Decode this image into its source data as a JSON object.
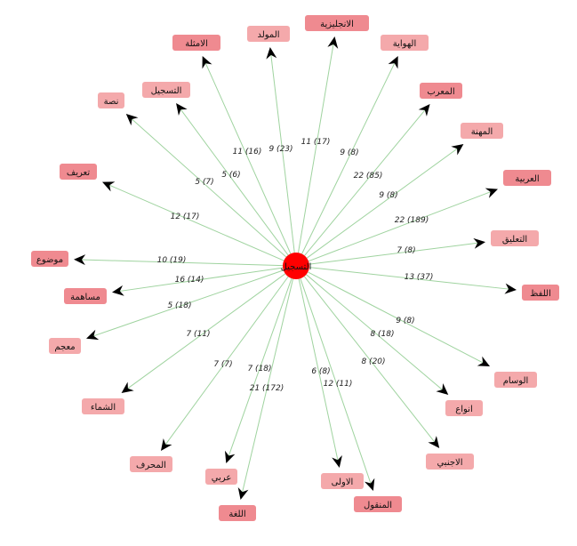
{
  "graph": {
    "center": {
      "label": "التسجيل",
      "color": "#ff0000"
    },
    "edge_color": "#9fd39f",
    "nodes": [
      {
        "label": "التعليق",
        "edge": "7 (8)",
        "color": "#f4a9ab"
      },
      {
        "label": "العربية",
        "edge": "22 (189)",
        "color": "#ef8a90"
      },
      {
        "label": "المهنة",
        "edge": "9 (8)",
        "color": "#f4a9ab"
      },
      {
        "label": "المعرب",
        "edge": "22 (85)",
        "color": "#ef8a90"
      },
      {
        "label": "الهواية",
        "edge": "9 (8)",
        "color": "#f4a9ab"
      },
      {
        "label": "الانجليزية",
        "edge": "11 (17)",
        "color": "#ef8a90"
      },
      {
        "label": "المولد",
        "edge": "9 (23)",
        "color": "#f4a9ab"
      },
      {
        "label": "الامثلة",
        "edge": "11 (16)",
        "color": "#ef8a90"
      },
      {
        "label": "التسجيل",
        "edge": "5 (6)",
        "color": "#f4a9ab"
      },
      {
        "label": "نصة",
        "edge": "5 (7)",
        "color": "#f4a9ab"
      },
      {
        "label": "تعريف",
        "edge": "12 (17)",
        "color": "#ef8a90"
      },
      {
        "label": "موضوع",
        "edge": "10 (19)",
        "color": "#ef8a90"
      },
      {
        "label": "مساهمة",
        "edge": "16 (14)",
        "color": "#ef8a90"
      },
      {
        "label": "معجم",
        "edge": "5 (18)",
        "color": "#f4a9ab"
      },
      {
        "label": "الشماء",
        "edge": "7 (11)",
        "color": "#f4a9ab"
      },
      {
        "label": "المحرف",
        "edge": "7 (7)",
        "color": "#f4a9ab"
      },
      {
        "label": "عربي",
        "edge": "7 (18)",
        "color": "#f4a9ab"
      },
      {
        "label": "اللغة",
        "edge": "21 (172)",
        "color": "#ef8a90"
      },
      {
        "label": "الاولى",
        "edge": "6 (8)",
        "color": "#f4a9ab"
      },
      {
        "label": "المنقول",
        "edge": "12 (11)",
        "color": "#ef8a90"
      },
      {
        "label": "الاجنبي",
        "edge": "8 (20)",
        "color": "#f4a9ab"
      },
      {
        "label": "انواع",
        "edge": "8 (18)",
        "color": "#f4a9ab"
      },
      {
        "label": "الوسام",
        "edge": "9 (8)",
        "color": "#f4a9ab"
      },
      {
        "label": "اللفظ",
        "edge": "13 (37)",
        "color": "#ef8a90"
      }
    ]
  }
}
